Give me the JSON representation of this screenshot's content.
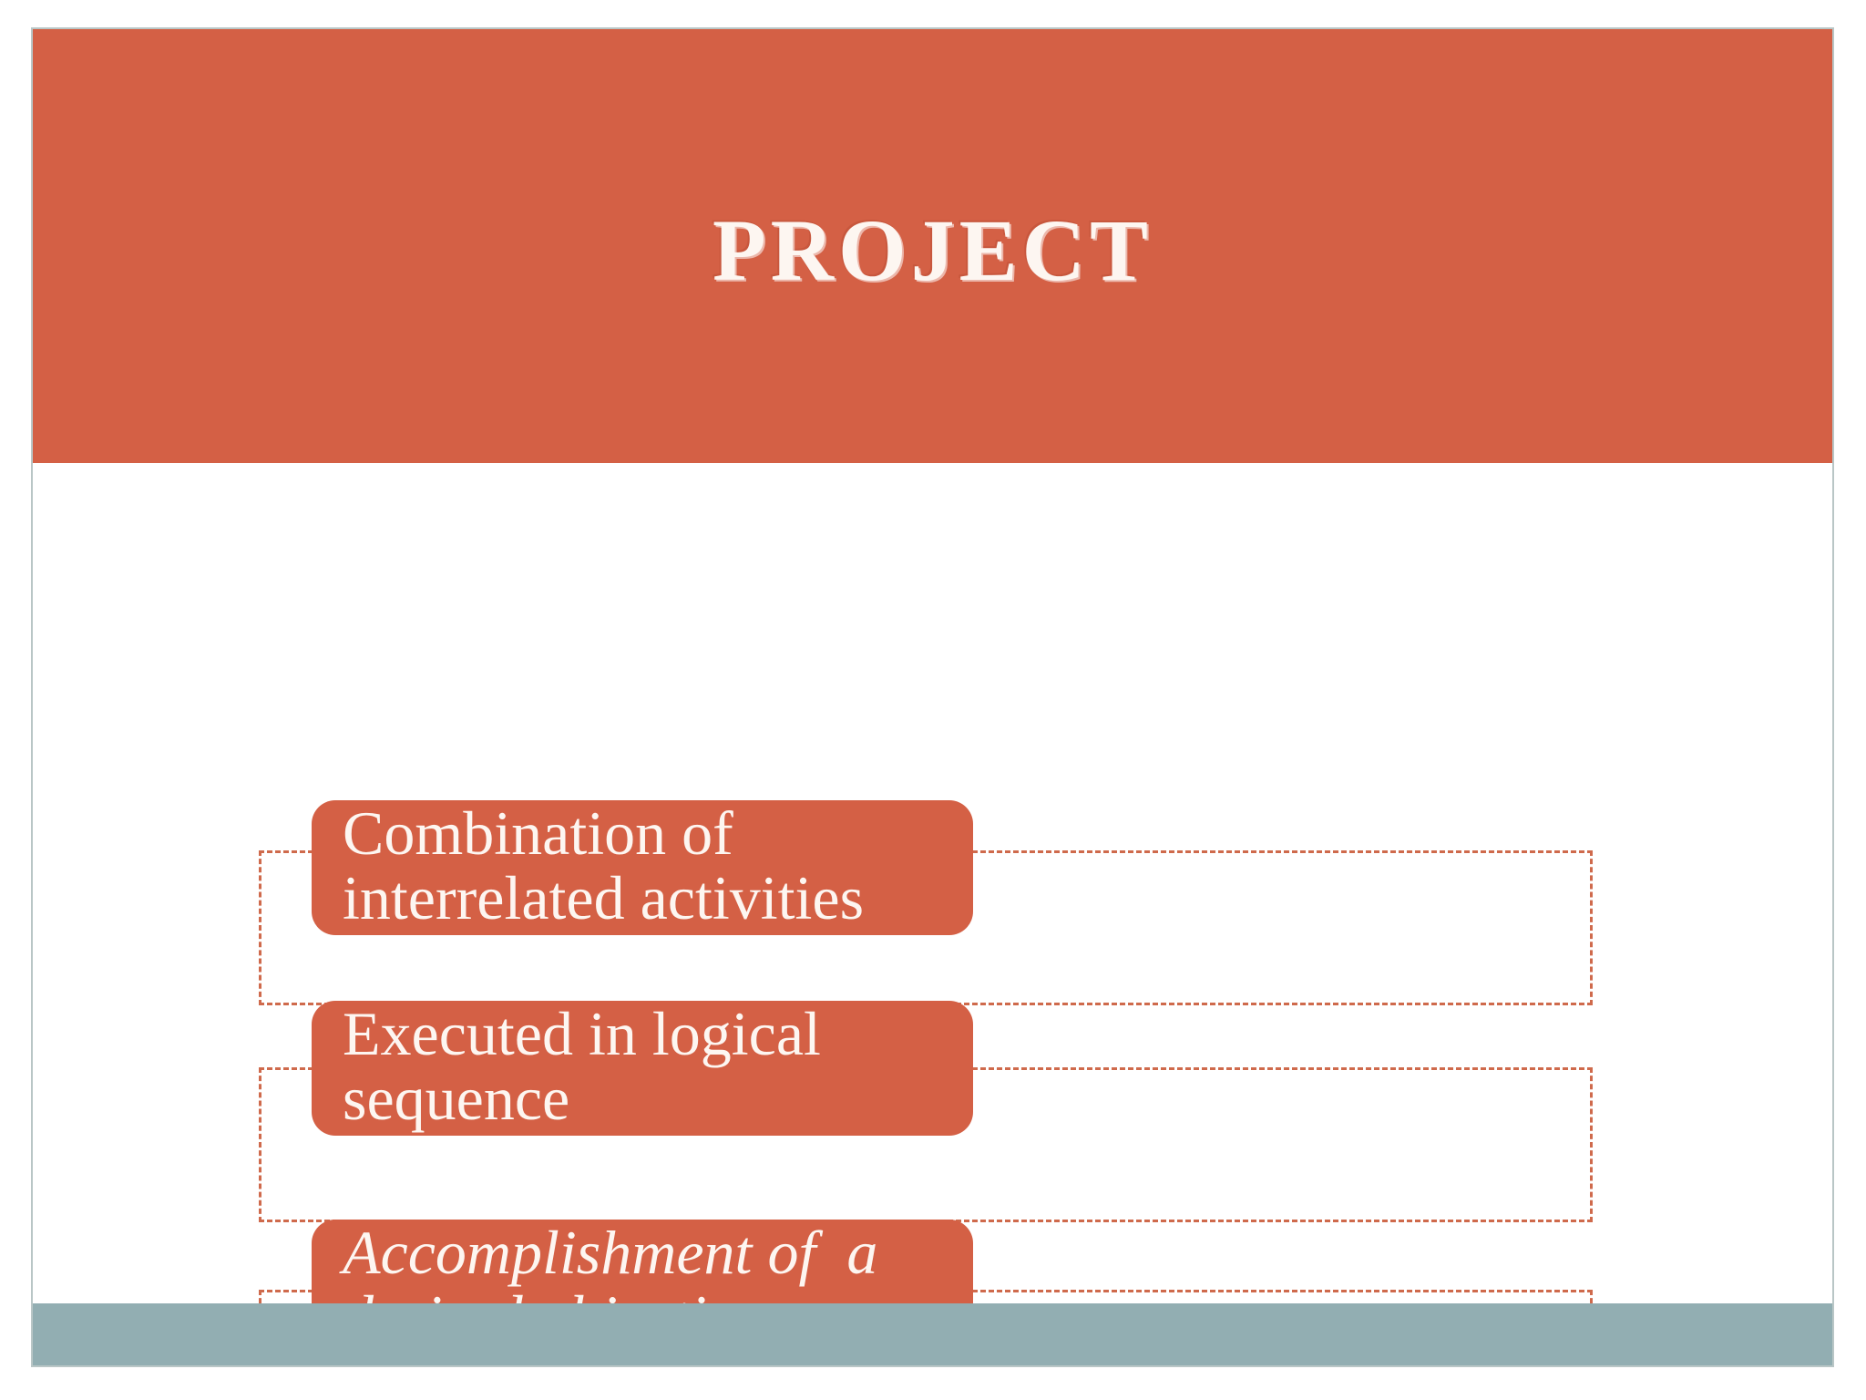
{
  "slide": {
    "title": "PROJECT",
    "colors": {
      "accent_orange": "#d46045",
      "sage": "#92aeb2",
      "dashed_divider": "#8fa9ab",
      "ghost_outline": "#cf6a4c",
      "text_on_accent": "#fdf6f1",
      "slide_border": "#b9c6c6"
    },
    "decoration": {
      "medallion_name": "half-circle-medallion",
      "ring_color": "#7d9b9b"
    }
  },
  "callouts": [
    {
      "id": "callout-1",
      "line1": "Combination of",
      "line2": "interrelated activities",
      "style": "regular"
    },
    {
      "id": "callout-2",
      "line1": "Executed in logical",
      "line2": "sequence",
      "style": "regular"
    },
    {
      "id": "callout-3",
      "line1": "Accomplishment of  a",
      "line2": "desired objective",
      "style": "italic"
    }
  ]
}
